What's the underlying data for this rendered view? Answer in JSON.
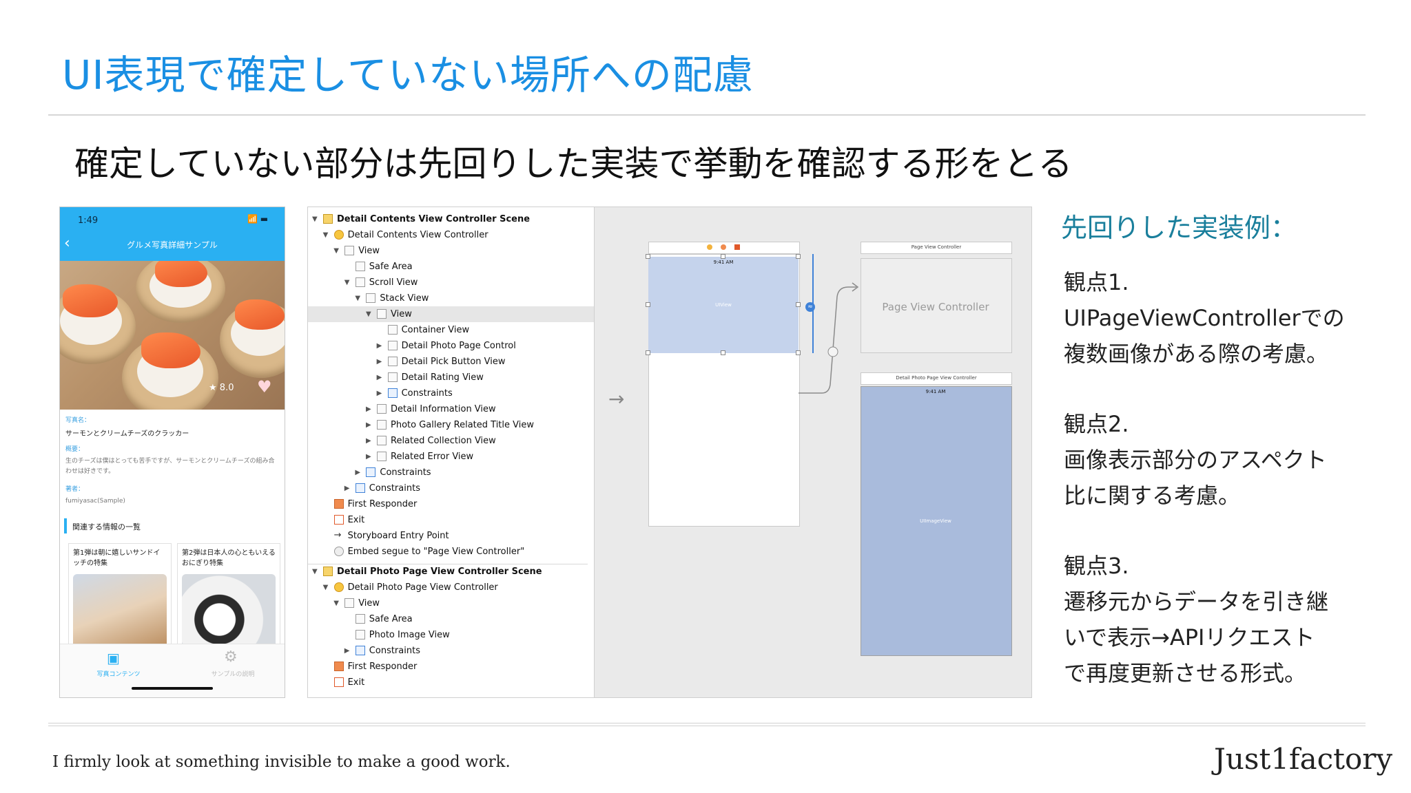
{
  "slide": {
    "title": "UI表現で確定していない場所への配慮",
    "subtitle": "確定していない部分は先回りした実装で挙動を確認する形をとる"
  },
  "phone": {
    "time": "1:49",
    "status_icons": "📶 ▬",
    "back_icon": "chevron-left-icon",
    "nav_title": "グルメ写真詳細サンプル",
    "rating": "8.0",
    "photo_name_label": "写真名：",
    "photo_name": "サーモンとクリームチーズのクラッカー",
    "summary_label": "概要：",
    "summary": "生のチーズは僕はとっても苦手ですが、サーモンとクリームチーズの組み合わせは好きです。",
    "author_label": "著者：",
    "author": "fumiyasac(Sample)",
    "related_title": "関連する情報の一覧",
    "cards": [
      {
        "title": "第1弾は朝に嬉しいサンドイッチの特集"
      },
      {
        "title": "第2弾は日本人の心ともいえるおにぎり特集"
      }
    ],
    "tabs": [
      {
        "label": "写真コンテンツ"
      },
      {
        "label": "サンプルの説明"
      }
    ],
    "colors": {
      "accent": "#2ab0f2"
    }
  },
  "outline": {
    "rows": [
      {
        "label": "Detail Contents View Controller Scene",
        "indent": 0,
        "tri": "▼",
        "icon": "scene",
        "bold": true
      },
      {
        "label": "Detail Contents View Controller",
        "indent": 1,
        "tri": "▼",
        "icon": "vc"
      },
      {
        "label": "View",
        "indent": 2,
        "tri": "▼",
        "icon": "view"
      },
      {
        "label": "Safe Area",
        "indent": 3,
        "tri": "",
        "icon": "view"
      },
      {
        "label": "Scroll View",
        "indent": 3,
        "tri": "▼",
        "icon": "view"
      },
      {
        "label": "Stack View",
        "indent": 4,
        "tri": "▼",
        "icon": "view"
      },
      {
        "label": "View",
        "indent": 5,
        "tri": "▼",
        "icon": "view",
        "selected": true
      },
      {
        "label": "Container View",
        "indent": 6,
        "tri": "",
        "icon": "view"
      },
      {
        "label": "Detail Photo Page Control",
        "indent": 6,
        "tri": "▶",
        "icon": "view"
      },
      {
        "label": "Detail Pick Button View",
        "indent": 6,
        "tri": "▶",
        "icon": "view"
      },
      {
        "label": "Detail Rating View",
        "indent": 6,
        "tri": "▶",
        "icon": "view"
      },
      {
        "label": "Constraints",
        "indent": 6,
        "tri": "▶",
        "icon": "cons"
      },
      {
        "label": "Detail Information View",
        "indent": 5,
        "tri": "▶",
        "icon": "view"
      },
      {
        "label": "Photo Gallery Related Title View",
        "indent": 5,
        "tri": "▶",
        "icon": "view"
      },
      {
        "label": "Related Collection View",
        "indent": 5,
        "tri": "▶",
        "icon": "view"
      },
      {
        "label": "Related Error View",
        "indent": 5,
        "tri": "▶",
        "icon": "view"
      },
      {
        "label": "Constraints",
        "indent": 4,
        "tri": "▶",
        "icon": "cons"
      },
      {
        "label": "Constraints",
        "indent": 3,
        "tri": "▶",
        "icon": "cons"
      },
      {
        "label": "First Responder",
        "indent": 1,
        "tri": "",
        "icon": "resp"
      },
      {
        "label": "Exit",
        "indent": 1,
        "tri": "",
        "icon": "exit"
      },
      {
        "label": "Storyboard Entry Point",
        "indent": 1,
        "tri": "",
        "icon": "arrow"
      },
      {
        "label": "Embed segue to \"Page View Controller\"",
        "indent": 1,
        "tri": "",
        "icon": "seg"
      },
      {
        "label": "Detail Photo Page View Controller Scene",
        "indent": 0,
        "tri": "▼",
        "icon": "scene",
        "bold": true,
        "gap": true
      },
      {
        "label": "Detail Photo Page View Controller",
        "indent": 1,
        "tri": "▼",
        "icon": "vc"
      },
      {
        "label": "View",
        "indent": 2,
        "tri": "▼",
        "icon": "view"
      },
      {
        "label": "Safe Area",
        "indent": 3,
        "tri": "",
        "icon": "view"
      },
      {
        "label": "Photo Image View",
        "indent": 3,
        "tri": "",
        "icon": "view"
      },
      {
        "label": "Constraints",
        "indent": 3,
        "tri": "▶",
        "icon": "cons"
      },
      {
        "label": "First Responder",
        "indent": 1,
        "tri": "",
        "icon": "resp"
      },
      {
        "label": "Exit",
        "indent": 1,
        "tri": "",
        "icon": "exit"
      }
    ]
  },
  "canvas": {
    "vc1_time": "9:41 AM",
    "vc1_view": "UIView",
    "pvc_bar": "Page View Controller",
    "pvc_label": "Page View Controller",
    "dppvc_bar": "Detail Photo Page View Controller",
    "dppvc_time": "9:41 AM",
    "dppvc_view": "UIImageView"
  },
  "right": {
    "heading": "先回りした実装例：",
    "points": [
      {
        "head": "観点1.",
        "lines": [
          "UIPageViewControllerでの",
          "複数画像がある際の考慮。"
        ]
      },
      {
        "head": "観点2.",
        "lines": [
          "画像表示部分のアスペクト",
          "比に関する考慮。"
        ]
      },
      {
        "head": "観点3.",
        "lines": [
          "遷移元からデータを引き継",
          "いで表示→APIリクエスト",
          "で再度更新させる形式。"
        ]
      }
    ]
  },
  "footer": {
    "motto": "I firmly look at something invisible to make a good work.",
    "brand": "Just1factory"
  }
}
